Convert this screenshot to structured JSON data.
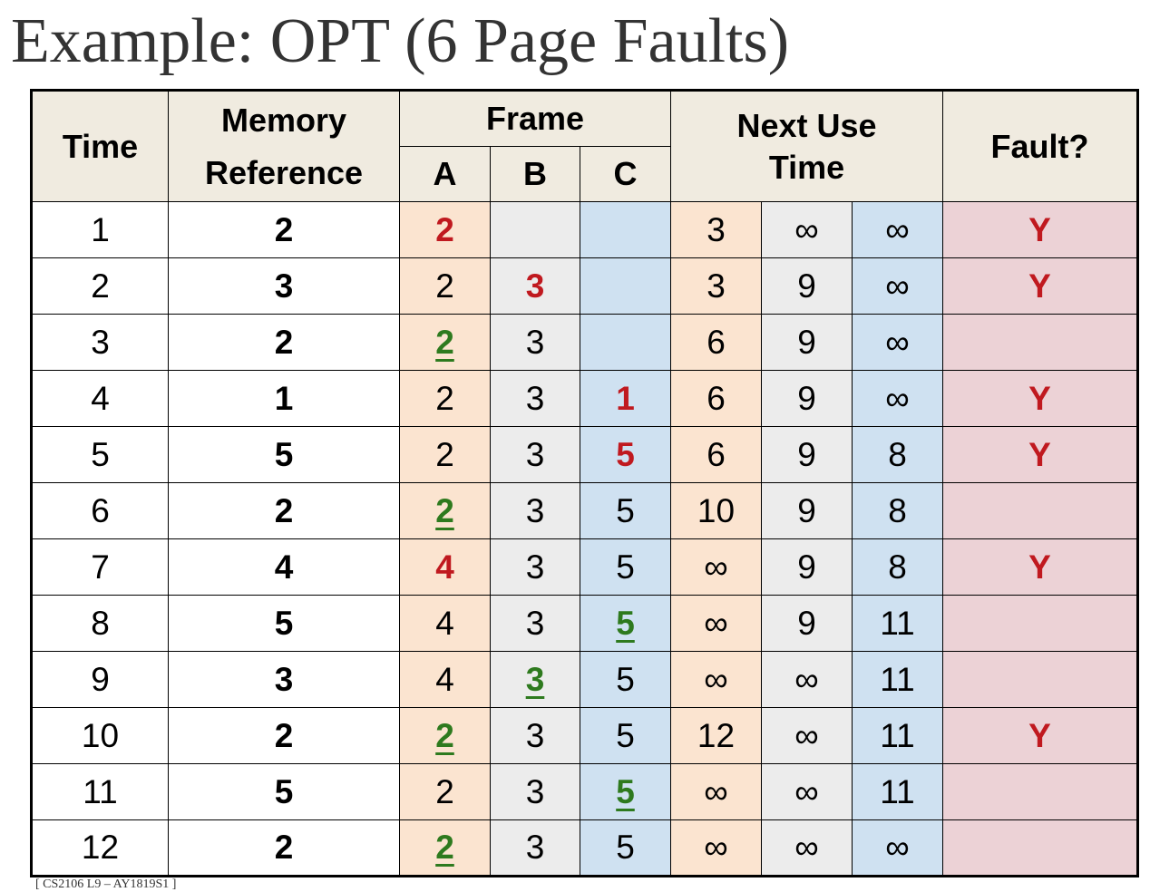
{
  "title": "Example: OPT (6 Page Faults)",
  "footer": "[ CS2106 L9 – AY1819S1 ]",
  "colors": {
    "header_bg": "#f0ebe0",
    "frame_a_bg": "#fbe4d0",
    "frame_b_bg": "#ececec",
    "frame_c_bg": "#cfe1f1",
    "fault_bg": "#ecd2d6",
    "new_page_text": "#c0191f",
    "hit_page_text": "#2e7a1e"
  },
  "table": {
    "headers": {
      "time": "Time",
      "memory_reference_line1": "Memory",
      "memory_reference_line2": "Reference",
      "frame": "Frame",
      "frame_a": "A",
      "frame_b": "B",
      "frame_c": "C",
      "next_use_line1": "Next Use",
      "next_use_line2": "Time",
      "fault": "Fault?"
    },
    "rows": [
      {
        "time": "1",
        "ref": "2",
        "a": "2",
        "a_state": "new",
        "b": "",
        "b_state": "",
        "c": "",
        "c_state": "",
        "na": "3",
        "nb": "∞",
        "nc": "∞",
        "fault": "Y"
      },
      {
        "time": "2",
        "ref": "3",
        "a": "2",
        "a_state": "",
        "b": "3",
        "b_state": "new",
        "c": "",
        "c_state": "",
        "na": "3",
        "nb": "9",
        "nc": "∞",
        "fault": "Y"
      },
      {
        "time": "3",
        "ref": "2",
        "a": "2",
        "a_state": "hit",
        "b": "3",
        "b_state": "",
        "c": "",
        "c_state": "",
        "na": "6",
        "nb": "9",
        "nc": "∞",
        "fault": ""
      },
      {
        "time": "4",
        "ref": "1",
        "a": "2",
        "a_state": "",
        "b": "3",
        "b_state": "",
        "c": "1",
        "c_state": "new",
        "na": "6",
        "nb": "9",
        "nc": "∞",
        "fault": "Y"
      },
      {
        "time": "5",
        "ref": "5",
        "a": "2",
        "a_state": "",
        "b": "3",
        "b_state": "",
        "c": "5",
        "c_state": "new",
        "na": "6",
        "nb": "9",
        "nc": "8",
        "fault": "Y"
      },
      {
        "time": "6",
        "ref": "2",
        "a": "2",
        "a_state": "hit",
        "b": "3",
        "b_state": "",
        "c": "5",
        "c_state": "",
        "na": "10",
        "nb": "9",
        "nc": "8",
        "fault": ""
      },
      {
        "time": "7",
        "ref": "4",
        "a": "4",
        "a_state": "new",
        "b": "3",
        "b_state": "",
        "c": "5",
        "c_state": "",
        "na": "∞",
        "nb": "9",
        "nc": "8",
        "fault": "Y"
      },
      {
        "time": "8",
        "ref": "5",
        "a": "4",
        "a_state": "",
        "b": "3",
        "b_state": "",
        "c": "5",
        "c_state": "hit",
        "na": "∞",
        "nb": "9",
        "nc": "11",
        "fault": ""
      },
      {
        "time": "9",
        "ref": "3",
        "a": "4",
        "a_state": "",
        "b": "3",
        "b_state": "hit",
        "c": "5",
        "c_state": "",
        "na": "∞",
        "nb": "∞",
        "nc": "11",
        "fault": ""
      },
      {
        "time": "10",
        "ref": "2",
        "a": "2",
        "a_state": "hit",
        "b": "3",
        "b_state": "",
        "c": "5",
        "c_state": "",
        "na": "12",
        "nb": "∞",
        "nc": "11",
        "fault": "Y"
      },
      {
        "time": "11",
        "ref": "5",
        "a": "2",
        "a_state": "",
        "b": "3",
        "b_state": "",
        "c": "5",
        "c_state": "hit",
        "na": "∞",
        "nb": "∞",
        "nc": "11",
        "fault": ""
      },
      {
        "time": "12",
        "ref": "2",
        "a": "2",
        "a_state": "hit",
        "b": "3",
        "b_state": "",
        "c": "5",
        "c_state": "",
        "na": "∞",
        "nb": "∞",
        "nc": "∞",
        "fault": ""
      }
    ]
  }
}
